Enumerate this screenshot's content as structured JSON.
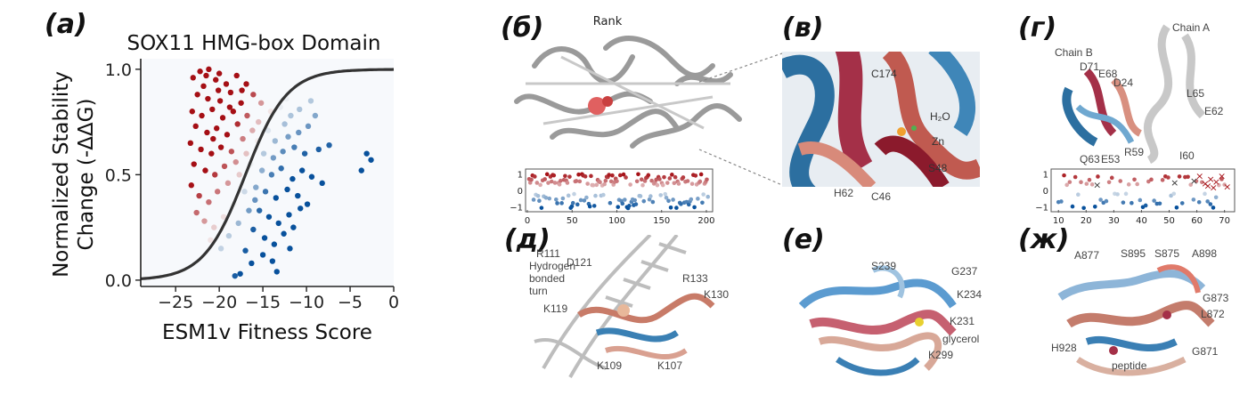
{
  "panel_labels": {
    "a": "(a)",
    "b": "(б)",
    "c": "(в)",
    "d": "(г)",
    "e": "(д)",
    "f": "(е)",
    "g": "(ж)"
  },
  "colors": {
    "stabilizing": "#a50f15",
    "destabilizing": "#08519c",
    "curve": "#333333"
  },
  "chart_data": [
    {
      "type": "scatter",
      "title": "SOX11 HMG-box Domain",
      "xlabel": "ESM1v Fitness Score",
      "ylabel": "Normalized Stability Change (-ΔΔG)",
      "xlim": [
        -29,
        0
      ],
      "ylim": [
        -0.03,
        1.05
      ],
      "xticks": [
        -25,
        -20,
        -15,
        -10,
        -5,
        0
      ],
      "xtick_labels": [
        "−25",
        "−20",
        "−15",
        "−10",
        "−5",
        "0"
      ],
      "yticks": [
        0.0,
        0.5,
        1.0
      ],
      "ytick_labels": [
        "0.0",
        "0.5",
        "1.0"
      ],
      "curve": {
        "type": "sigmoid",
        "midpoint_x": -17,
        "slope": 0.42
      },
      "points": [
        [
          -23.0,
          0.96
        ],
        [
          -22.2,
          0.99
        ],
        [
          -21.5,
          0.97
        ],
        [
          -20.4,
          0.95
        ],
        [
          -21.8,
          0.92
        ],
        [
          -20.1,
          0.9
        ],
        [
          -19.2,
          0.93
        ],
        [
          -22.5,
          0.88
        ],
        [
          -21.3,
          0.86
        ],
        [
          -19.9,
          0.85
        ],
        [
          -18.7,
          0.89
        ],
        [
          -23.1,
          0.8
        ],
        [
          -22.0,
          0.78
        ],
        [
          -20.8,
          0.81
        ],
        [
          -19.6,
          0.77
        ],
        [
          -18.4,
          0.8
        ],
        [
          -17.5,
          0.84
        ],
        [
          -22.7,
          0.73
        ],
        [
          -21.4,
          0.7
        ],
        [
          -20.3,
          0.72
        ],
        [
          -19.1,
          0.69
        ],
        [
          -17.9,
          0.74
        ],
        [
          -16.8,
          0.78
        ],
        [
          -23.3,
          0.65
        ],
        [
          -22.1,
          0.62
        ],
        [
          -20.9,
          0.6
        ],
        [
          -19.8,
          0.63
        ],
        [
          -18.6,
          0.61
        ],
        [
          -17.3,
          0.67
        ],
        [
          -16.2,
          0.71
        ],
        [
          -22.9,
          0.55
        ],
        [
          -21.6,
          0.52
        ],
        [
          -20.5,
          0.5
        ],
        [
          -19.4,
          0.54
        ],
        [
          -18.1,
          0.56
        ],
        [
          -16.9,
          0.6
        ],
        [
          -15.6,
          0.66
        ],
        [
          -23.2,
          0.45
        ],
        [
          -22.3,
          0.4
        ],
        [
          -21.2,
          0.37
        ],
        [
          -20.2,
          0.42
        ],
        [
          -19.0,
          0.46
        ],
        [
          -17.7,
          0.5
        ],
        [
          -16.4,
          0.55
        ],
        [
          -22.6,
          0.32
        ],
        [
          -21.7,
          0.28
        ],
        [
          -20.6,
          0.25
        ],
        [
          -19.5,
          0.3
        ],
        [
          -18.3,
          0.36
        ],
        [
          -17.1,
          0.42
        ],
        [
          -21.0,
          0.19
        ],
        [
          -19.8,
          0.15
        ],
        [
          -18.9,
          0.21
        ],
        [
          -17.8,
          0.27
        ],
        [
          -16.6,
          0.33
        ],
        [
          -15.9,
          0.38
        ],
        [
          -15.2,
          0.84
        ],
        [
          -14.1,
          0.8
        ],
        [
          -13.0,
          0.82
        ],
        [
          -11.8,
          0.78
        ],
        [
          -12.5,
          0.74
        ],
        [
          -14.4,
          0.71
        ],
        [
          -15.5,
          0.75
        ],
        [
          -13.6,
          0.66
        ],
        [
          -12.1,
          0.68
        ],
        [
          -10.9,
          0.7
        ],
        [
          -9.8,
          0.73
        ],
        [
          -14.9,
          0.6
        ],
        [
          -13.8,
          0.58
        ],
        [
          -12.7,
          0.61
        ],
        [
          -11.4,
          0.63
        ],
        [
          -10.2,
          0.6
        ],
        [
          -8.6,
          0.62
        ],
        [
          -7.4,
          0.64
        ],
        [
          -15.1,
          0.52
        ],
        [
          -14.0,
          0.5
        ],
        [
          -12.9,
          0.53
        ],
        [
          -11.6,
          0.48
        ],
        [
          -10.5,
          0.52
        ],
        [
          -9.4,
          0.49
        ],
        [
          -8.2,
          0.46
        ],
        [
          -15.8,
          0.44
        ],
        [
          -14.7,
          0.42
        ],
        [
          -13.5,
          0.39
        ],
        [
          -12.2,
          0.43
        ],
        [
          -11.0,
          0.4
        ],
        [
          -9.9,
          0.36
        ],
        [
          -15.4,
          0.33
        ],
        [
          -14.3,
          0.3
        ],
        [
          -13.2,
          0.27
        ],
        [
          -12.0,
          0.31
        ],
        [
          -10.7,
          0.34
        ],
        [
          -16.1,
          0.24
        ],
        [
          -14.8,
          0.2
        ],
        [
          -13.7,
          0.17
        ],
        [
          -12.6,
          0.22
        ],
        [
          -11.5,
          0.25
        ],
        [
          -15.0,
          0.12
        ],
        [
          -13.9,
          0.09
        ],
        [
          -17.0,
          0.14
        ],
        [
          -16.3,
          0.08
        ],
        [
          -11.9,
          0.15
        ],
        [
          -17.6,
          0.03
        ],
        [
          -3.7,
          0.52
        ],
        [
          -2.6,
          0.57
        ],
        [
          -3.1,
          0.6
        ],
        [
          -13.4,
          0.04
        ],
        [
          -18.2,
          0.02
        ],
        [
          -9.0,
          0.78
        ],
        [
          -9.5,
          0.85
        ],
        [
          -10.8,
          0.81
        ],
        [
          -12.3,
          0.86
        ],
        [
          -21.2,
          1.0
        ],
        [
          -20.0,
          0.98
        ],
        [
          -18.0,
          0.97
        ],
        [
          -16.9,
          0.93
        ],
        [
          -17.4,
          0.9
        ],
        [
          -16.1,
          0.88
        ],
        [
          -18.8,
          0.82
        ],
        [
          -20.7,
          0.67
        ]
      ]
    },
    {
      "type": "scatter",
      "title": "",
      "xlim": [
        0,
        205
      ],
      "ylim": [
        -1.2,
        1.2
      ],
      "xticks": [
        0,
        50,
        100,
        150,
        200
      ],
      "xtick_labels": [
        "0",
        "50",
        "100",
        "150",
        "200"
      ],
      "yticks": [
        1,
        0,
        -1
      ],
      "ytick_labels": [
        "1",
        "0",
        "−1"
      ]
    },
    {
      "type": "scatter",
      "title": "",
      "xlim": [
        8,
        73
      ],
      "ylim": [
        -1.2,
        1.2
      ],
      "xticks": [
        10,
        20,
        30,
        40,
        50,
        60,
        70
      ],
      "xtick_labels": [
        "10",
        "20",
        "30",
        "40",
        "50",
        "60",
        "70"
      ],
      "yticks": [
        1,
        0,
        -1
      ],
      "ytick_labels": [
        "1",
        "0",
        "−1"
      ],
      "crosses": [
        [
          24,
          0.35
        ],
        [
          52,
          0.5
        ],
        [
          59,
          0.6
        ],
        [
          61,
          0.9
        ],
        [
          63,
          0.45
        ],
        [
          64,
          0.3
        ],
        [
          65,
          0.7
        ],
        [
          66,
          0.2
        ],
        [
          67,
          0.55
        ],
        [
          69,
          0.9
        ],
        [
          71,
          0.25
        ]
      ]
    }
  ],
  "panel_b": {
    "rank_label": "Rank"
  },
  "panel_c": {
    "labels": [
      "C174",
      "H₂O",
      "Zn",
      "S48",
      "H62",
      "C46"
    ]
  },
  "panel_d": {
    "labels": [
      "Chain A",
      "Chain B",
      "D71",
      "E68",
      "D24",
      "L65",
      "E62",
      "Q63",
      "E53",
      "R59",
      "I60"
    ]
  },
  "panel_e": {
    "labels": [
      "R111",
      "D121",
      "Hydrogen",
      "bonded",
      "turn",
      "R133",
      "K130",
      "K119",
      "K109",
      "K107"
    ]
  },
  "panel_f": {
    "labels": [
      "S239",
      "G237",
      "K234",
      "K231",
      "glycerol",
      "K299"
    ]
  },
  "panel_g": {
    "labels": [
      "A877",
      "S895",
      "S875",
      "A898",
      "G873",
      "L872",
      "H928",
      "peptide",
      "G871"
    ]
  }
}
